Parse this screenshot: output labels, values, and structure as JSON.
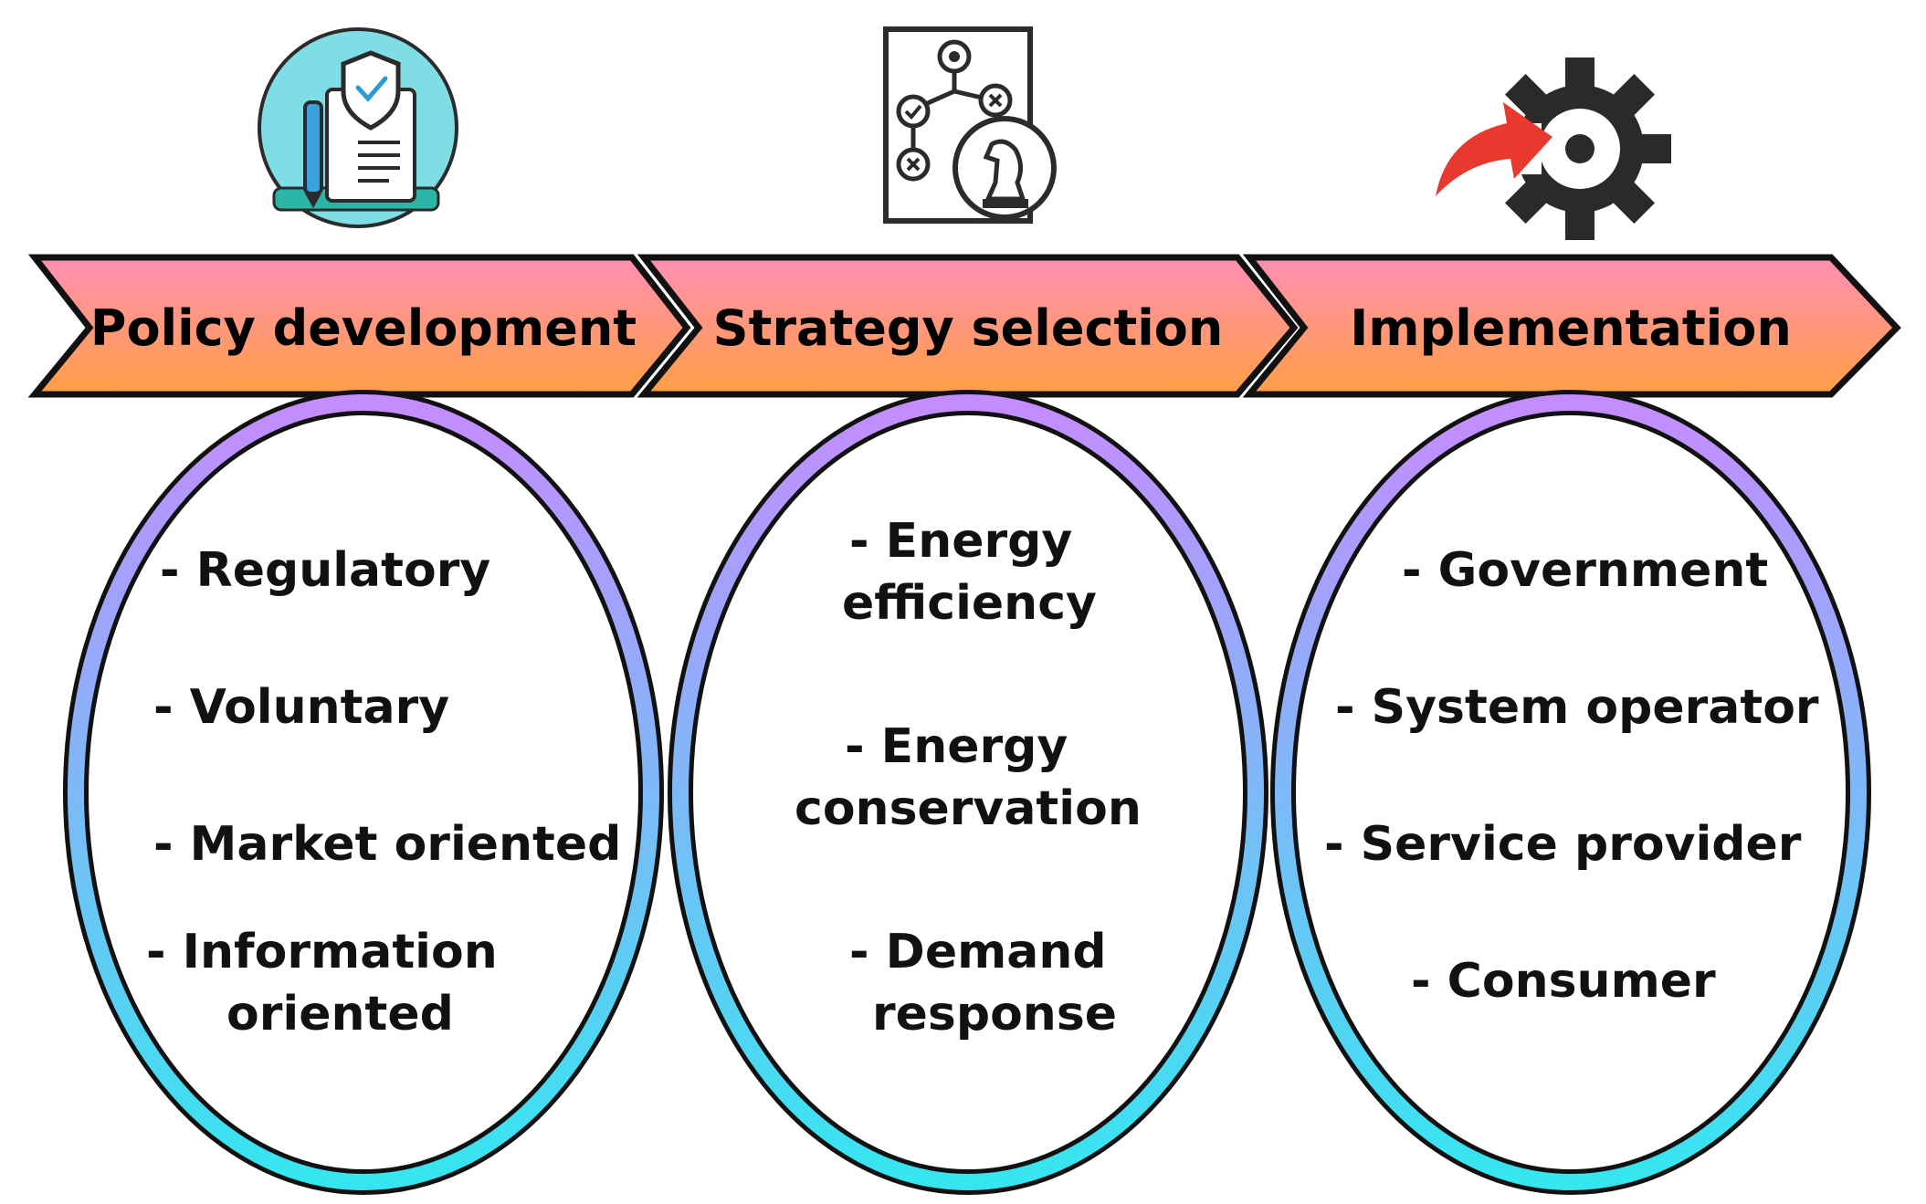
{
  "stages": [
    {
      "title": "Policy development",
      "icon": "policy-document-shield-icon",
      "items": [
        {
          "lines": [
            "- Regulatory"
          ]
        },
        {
          "lines": [
            "- Voluntary"
          ]
        },
        {
          "lines": [
            "- Market oriented"
          ]
        },
        {
          "lines": [
            "- Information",
            "oriented"
          ]
        }
      ]
    },
    {
      "title": "Strategy selection",
      "icon": "strategy-chess-flowchart-icon",
      "items": [
        {
          "lines": [
            "- Energy",
            "efficiency"
          ]
        },
        {
          "lines": [
            "- Energy",
            "conservation"
          ]
        },
        {
          "lines": [
            "- Demand",
            "response"
          ]
        }
      ]
    },
    {
      "title": "Implementation",
      "icon": "implementation-gear-arrow-icon",
      "items": [
        {
          "lines": [
            "- Government"
          ]
        },
        {
          "lines": [
            "- System operator"
          ]
        },
        {
          "lines": [
            "- Service provider"
          ]
        },
        {
          "lines": [
            "- Consumer"
          ]
        }
      ]
    }
  ],
  "colors": {
    "arrow_top": "#ff8fb3",
    "arrow_bottom": "#ff9f45",
    "ring_top": "#c58cff",
    "ring_bottom": "#35e6f0",
    "outline": "#111111",
    "icon_circle": "#7fdde6",
    "gear": "#2a2a2a",
    "curved_arrow": "#e8392e"
  }
}
